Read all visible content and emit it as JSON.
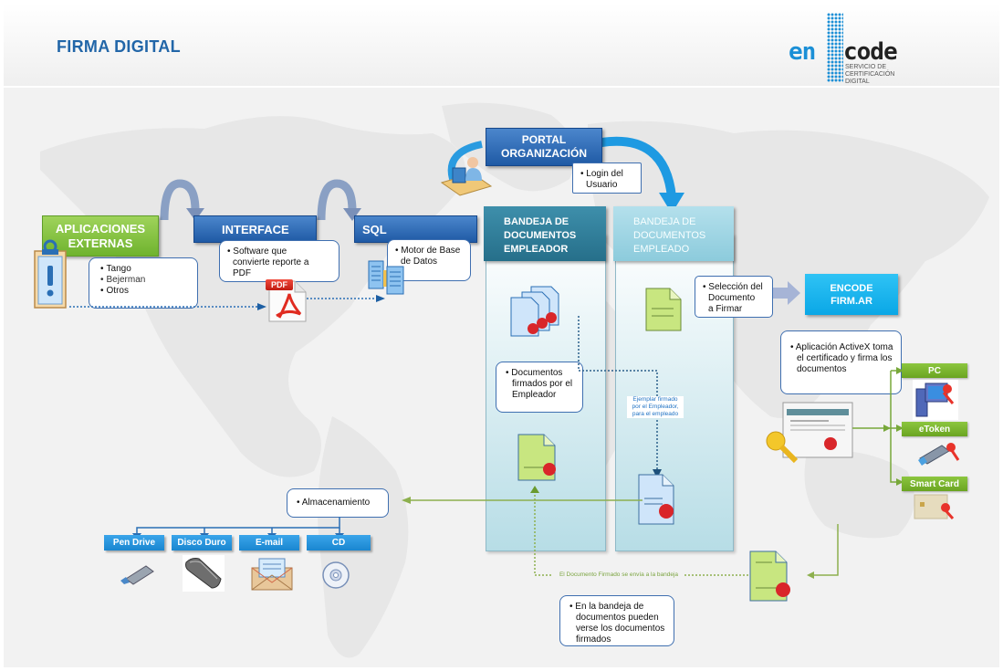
{
  "header": {
    "title": "FIRMA DIGITAL",
    "logo": {
      "prefix": "en",
      "suffix": "code",
      "subtitle_lines": [
        "SERVICIO DE",
        "CERTIFICACIÓN",
        "DIGITAL"
      ],
      "brand_color": "#1b8fd6"
    }
  },
  "flow": {
    "aplicaciones": {
      "label_lines": [
        "APLICACIONES",
        "EXTERNAS"
      ],
      "icon": "clipboard-alert-icon",
      "items": [
        "Tango",
        "Bejerman",
        "Otros"
      ]
    },
    "interface": {
      "label": "INTERFACE",
      "note": [
        "Software que",
        "convierte reporte a",
        "PDF"
      ],
      "icon": "pdf-file-icon",
      "pdf_badge": "PDF"
    },
    "sql": {
      "label": "SQL",
      "note": [
        "Motor de Base",
        "de Datos"
      ],
      "icon": "database-servers-icon"
    },
    "portal": {
      "label_lines": [
        "PORTAL",
        "ORGANIZACIÓN"
      ],
      "note": [
        "Login del",
        "Usuario"
      ],
      "icon": "user-at-computer-icon"
    },
    "bandeja_empleador": {
      "label_lines": [
        "BANDEJA DE",
        "DOCUMENTOS",
        "EMPLEADOR"
      ],
      "note": [
        "Documentos",
        "firmados por el",
        "Empleador"
      ],
      "color": "#2e7f9a"
    },
    "bandeja_empleado": {
      "label_lines": [
        "BANDEJA DE",
        "DOCUMENTOS",
        "EMPLEADO"
      ],
      "color": "#9fd6e6",
      "connector_label": [
        "Ejemplar firmado",
        "por el Empleador,",
        "para el empleado"
      ]
    },
    "seleccion": {
      "note": [
        "Selección del",
        "Documento",
        "a Firmar"
      ]
    },
    "encode": {
      "label_lines": [
        "ENCODE",
        "FIRM.AR"
      ],
      "color": "#19b6f0",
      "note": [
        "Aplicación ActiveX toma",
        "el certificado y firma los",
        "documentos"
      ]
    },
    "devices": [
      {
        "label": "PC",
        "icon": "pc-key-icon"
      },
      {
        "label": "eToken",
        "icon": "usb-token-key-icon"
      },
      {
        "label": "Smart Card",
        "icon": "smart-card-key-icon"
      }
    ],
    "almacenamiento": {
      "note": "Almacenamiento",
      "targets": [
        {
          "label": "Pen Drive",
          "icon": "pen-drive-icon"
        },
        {
          "label": "Disco Duro",
          "icon": "hard-disk-icon"
        },
        {
          "label": "E-mail",
          "icon": "envelope-icon"
        },
        {
          "label": "CD",
          "icon": "cd-disc-icon"
        }
      ]
    },
    "return_label": "El Documento Firmado se envía a la bandeja",
    "bandeja_note": [
      "En la bandeja de",
      "documentos pueden",
      "verse los documentos",
      "firmados"
    ]
  }
}
